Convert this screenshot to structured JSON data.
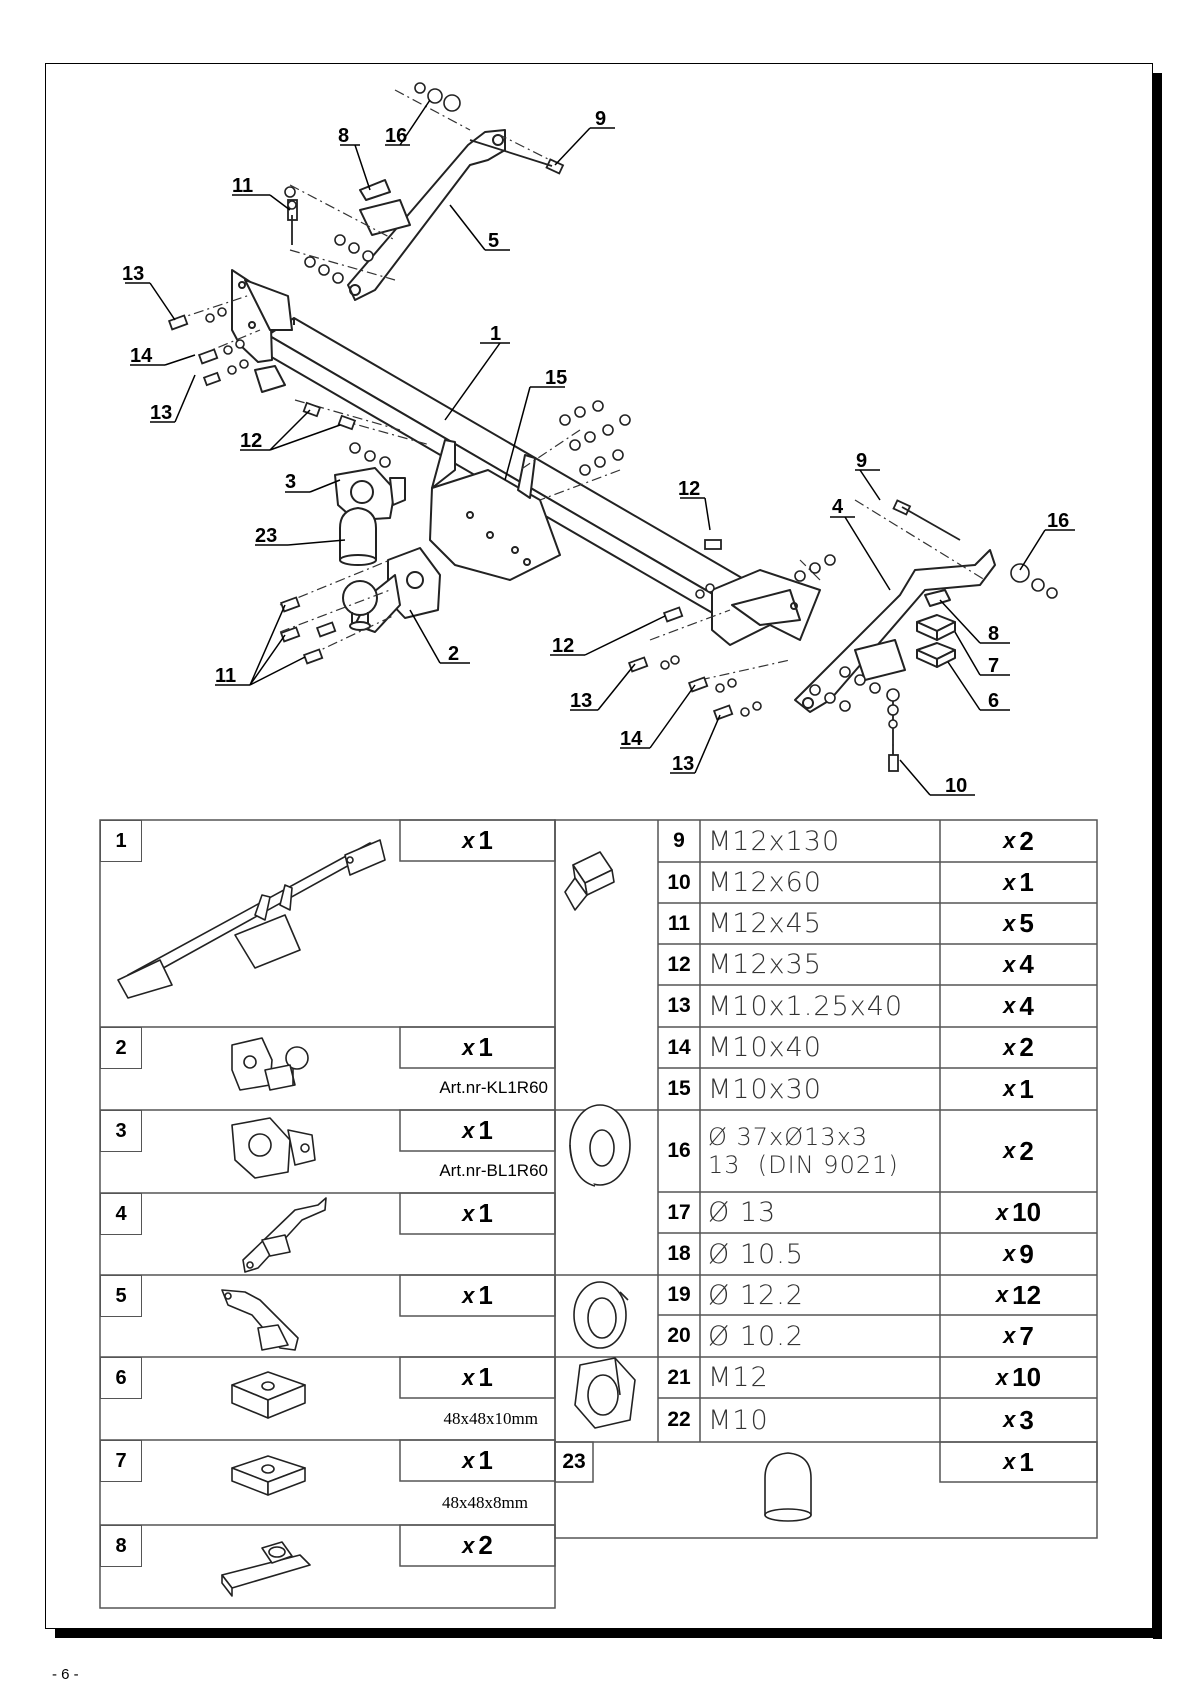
{
  "diagram": {
    "callouts": [
      "1",
      "2",
      "3",
      "4",
      "5",
      "6",
      "7",
      "8",
      "8",
      "9",
      "9",
      "10",
      "11",
      "11",
      "12",
      "12",
      "12",
      "13",
      "13",
      "13",
      "13",
      "14",
      "14",
      "15",
      "16",
      "16",
      "23"
    ]
  },
  "left_table": [
    {
      "no": "1",
      "qty": "1",
      "note": ""
    },
    {
      "no": "2",
      "qty": "1",
      "note": "Art.nr-KL1R60"
    },
    {
      "no": "3",
      "qty": "1",
      "note": "Art.nr-BL1R60"
    },
    {
      "no": "4",
      "qty": "1",
      "note": ""
    },
    {
      "no": "5",
      "qty": "1",
      "note": ""
    },
    {
      "no": "6",
      "qty": "1",
      "note": "48x48x10mm"
    },
    {
      "no": "7",
      "qty": "1",
      "note": "48x48x8mm"
    },
    {
      "no": "8",
      "qty": "2",
      "note": ""
    }
  ],
  "right_table": [
    {
      "no": "9",
      "spec": "M12x130",
      "qty": "2"
    },
    {
      "no": "10",
      "spec": "M12x60",
      "qty": "1"
    },
    {
      "no": "11",
      "spec": "M12x45",
      "qty": "5"
    },
    {
      "no": "12",
      "spec": "M12x35",
      "qty": "4"
    },
    {
      "no": "13",
      "spec": "M10x1.25x40",
      "qty": "4"
    },
    {
      "no": "14",
      "spec": "M10x40",
      "qty": "2"
    },
    {
      "no": "15",
      "spec": "M10x30",
      "qty": "1"
    },
    {
      "no": "16",
      "spec": "Ø 37xØ13x3",
      "spec2": "13  (DIN 9021)",
      "qty": "2"
    },
    {
      "no": "17",
      "spec": "Ø 13",
      "qty": "10"
    },
    {
      "no": "18",
      "spec": "Ø 10.5",
      "qty": "9"
    },
    {
      "no": "19",
      "spec": "Ø 12.2",
      "qty": "12"
    },
    {
      "no": "20",
      "spec": "Ø 10.2",
      "qty": "7"
    },
    {
      "no": "21",
      "spec": "M12",
      "qty": "10"
    },
    {
      "no": "22",
      "spec": "M10",
      "qty": "3"
    },
    {
      "no": "23",
      "spec": "",
      "qty": "1"
    }
  ],
  "qty_prefix": "x",
  "icons": {
    "bolt": "bolt-icon",
    "washer": "flat-washer-icon",
    "spring_washer": "spring-washer-icon",
    "nut": "hex-nut-icon",
    "ball_cover": "tow-ball-cover-icon"
  },
  "page_number": "- 6 -"
}
